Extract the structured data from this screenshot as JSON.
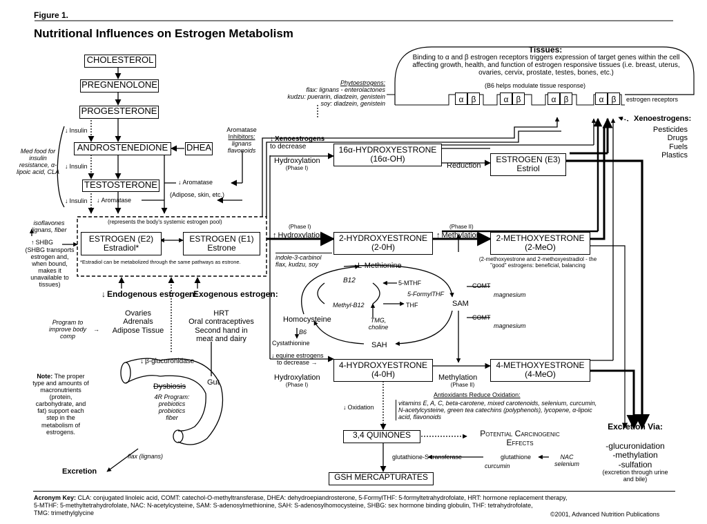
{
  "figure_label": "Figure 1.",
  "title": "Nutritional Influences on Estrogen Metabolism",
  "pathway": {
    "cholesterol": "CHOLESTEROL",
    "pregnenolone": "PREGNENOLONE",
    "progesterone": "PROGESTERONE",
    "androstenedione": "ANDROSTENEDIONE",
    "dhea": "DHEA",
    "testosterone": "TESTOSTERONE",
    "insulin": "Insulin",
    "aromatase": "Aromatase",
    "aromatase_tissue": "(Adipose, skin, etc.)",
    "aromatase_inhibitors_title": "Aromatase",
    "aromatase_inhibitors_sub": "Inhibitors:",
    "aromatase_inhibitors_items": "lignans flavonoids",
    "med_food": "Med food for insulin resistance, α-lipoic acid, CLA"
  },
  "pool": {
    "caption": "(represents the body's systemic estrogen pool)",
    "e2_name": "ESTROGEN (E2)",
    "e2_sub": "Estradiol*",
    "e1_name": "ESTROGEN (E1)",
    "e1_sub": "Estrone",
    "footnote": "*Estradiol can be metabolized through the same pathways as estrone.",
    "isoflavones": "isoflavones lignans, fiber",
    "shbg": "SHBG",
    "shbg_note": "(SHBG transports estrogen and, when bound, makes it unavailable to tissues)"
  },
  "sources": {
    "endogenous_title": "Endogenous estrogen:",
    "endogenous_items": [
      "Ovaries",
      "Adrenals",
      "Adipose Tissue"
    ],
    "exogenous_title": "Exogenous estrogen:",
    "exogenous_items": [
      "HRT",
      "Oral contraceptives",
      "Second hand in",
      "meat and dairy"
    ],
    "program": "Program to improve body comp"
  },
  "gut": {
    "beta_glucuronidase": "β-glucuronidase",
    "dysbiosis": "Dysbiosis",
    "program_title": "4R Program:",
    "program_items": [
      "prebiotics",
      "probiotics",
      "fiber"
    ],
    "gut_label": "Gut",
    "flax": "flax (lignans)",
    "excretion": "Excretion",
    "note_title": "Note:",
    "note_text": "The proper type and amounts of macronutrients (protein, carbohydrate, and fat) support each step in the metabolism of estrogens."
  },
  "tissues": {
    "title": "Tissues:",
    "text": "Binding to α and β estrogen receptors triggers expression of target genes within the cell affecting growth, health, and function of estrogen responsive tissues (i.e. breast, uterus, ovaries, cervix, prostate, testes, bones, etc.)",
    "b6_note": "(B6 helps modulate tissue response)",
    "receptor_cells": [
      "α",
      "β",
      "α",
      "β",
      "α",
      "β",
      "α",
      "β"
    ],
    "receptors_label": "estrogen receptors"
  },
  "phytoestrogens": {
    "title": "Phytoestrogens:",
    "flax": "flax: lignans - enterolactones",
    "kudzu": "kudzu: puerarin, diadzein, genistein",
    "soy": "soy: diadzein, genistein"
  },
  "xenoestrogens": {
    "title": "Xenoestrogens:",
    "items": [
      "Pesticides",
      "Drugs",
      "Fuels",
      "Plastics"
    ],
    "decrease_title": "Xenoestrogens",
    "decrease_sub": "to decrease"
  },
  "metabolites": {
    "oh16_name": "16α-HYDROXYESTRONE",
    "oh16_sub": "(16α-OH)",
    "e3_name": "ESTROGEN (E3)",
    "e3_sub": "Estriol",
    "reduction": "Reduction",
    "oh2_name": "2-HYDROXYESTRONE",
    "oh2_sub": "(2-0H)",
    "meo2_name": "2-METHOXYESTRONE",
    "meo2_sub": "(2-MeO)",
    "meo2_note": "(2-methoxyestrone and 2-methoxyestradiol - the \"good\" estrogens: beneficial, balancing",
    "oh4_name": "4-HYDROXYESTRONE",
    "oh4_sub": "(4-0H)",
    "meo4_name": "4-METHOXYESTRONE",
    "meo4_sub": "(4-MeO)",
    "hydroxylation": "Hydroxylation",
    "phase1": "(Phase I)",
    "phase2": "(Phase II)",
    "methylation": "Methylation",
    "indole": "indole-3-carbinol flax, kudzu, soy",
    "equine": "equine estrogens",
    "equine_sub": "to decrease"
  },
  "methylation_cycle": {
    "l_methionine": "L-Methionine",
    "b12": "B12",
    "methyl_b12": "Methyl-B12",
    "mthf5": "5-MTHF",
    "formylthf": "5-FormylTHF",
    "thf": "THF",
    "tmg": "TMG, choline",
    "sam": "SAM",
    "sah": "SAH",
    "homocysteine": "Homocysteine",
    "b6": "B6",
    "cystathionine": "Cystathionine",
    "comt": "COMT",
    "magnesium": "magnesium"
  },
  "oxidation": {
    "oxidation": "Oxidation",
    "antioxidants_title": "Antioxidants Reduce Oxidation:",
    "antioxidants_text": "vitamins E, A, C, beta-carotene, mixed carotenoids, selenium, curcumin, N-acetylcysteine, green tea catechins (polyphenols), lycopene, α-lipoic acid, flavonoids",
    "quinones": "3,4 QUINONES",
    "carcinogenic": "Potential Carcinogenic Effects",
    "gst": "glutathione-S-transferase",
    "glutathione": "glutathione",
    "curcumin": "curcumin",
    "nac_selenium": "NAC selenium",
    "mercapturates": "GSH MERCAPTURATES"
  },
  "excretion_via": {
    "title": "Excretion Via:",
    "items": [
      "-glucuronidation",
      "-methylation",
      "-sulfation"
    ],
    "note": "(excretion through urine and bile)"
  },
  "acronym_key": {
    "title": "Acronym Key:",
    "line1": "CLA: conjugated linoleic acid, COMT: catechol-O-methyltransferase, DHEA: dehydroepiandrosterone, 5-FormylTHF: 5-formyltetrahydrofolate, HRT: hormone replacement therapy,",
    "line2": "5-MTHF: 5-methyltetrahydrofolate, NAC: N-acetylcysteine, SAM: S-adenosylmethionine, SAH: S-adenosylhomocysteine, SHBG: sex hormone binding globulin, THF: tetrahydrofolate,",
    "line3": "TMG: trimethylglycine",
    "copyright": "©2001, Advanced Nutrition Publications"
  }
}
